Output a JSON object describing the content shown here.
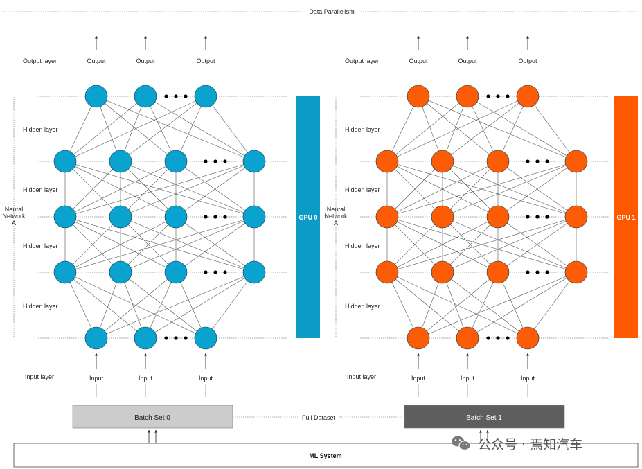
{
  "title": "Data Parallelism",
  "full_dataset_label": "Full Dataset",
  "system_label": "ML System",
  "watermark": "公众号 · 焉知汽车",
  "networks": [
    {
      "label_lines": [
        "Neural",
        "Network",
        "A"
      ],
      "gpu_label": "GPU 0",
      "node_color": "#0aa3cf",
      "gpu_color": "#0a9cc4",
      "batch_label": "Batch Set 0",
      "batch_fill": "#cccccc",
      "batch_text_color": "#222222",
      "layer_labels": {
        "output": "Output layer",
        "hidden": "Hidden layer",
        "input": "Input layer"
      },
      "output_labels": [
        "Output",
        "Output",
        "Output"
      ],
      "input_labels": [
        "Input",
        "Input",
        "Input"
      ]
    },
    {
      "label_lines": [
        "Neural",
        "Network",
        "A"
      ],
      "gpu_label": "GPU 1",
      "node_color": "#fd5c06",
      "gpu_color": "#fd5a00",
      "batch_label": "Batch Set 1",
      "batch_fill": "#5e5e5e",
      "batch_text_color": "#ffffff",
      "layer_labels": {
        "output": "Output layer",
        "hidden": "Hidden layer",
        "input": "Input layer"
      },
      "output_labels": [
        "Output",
        "Output",
        "Output"
      ],
      "input_labels": [
        "Input",
        "Input",
        "Input"
      ]
    }
  ]
}
